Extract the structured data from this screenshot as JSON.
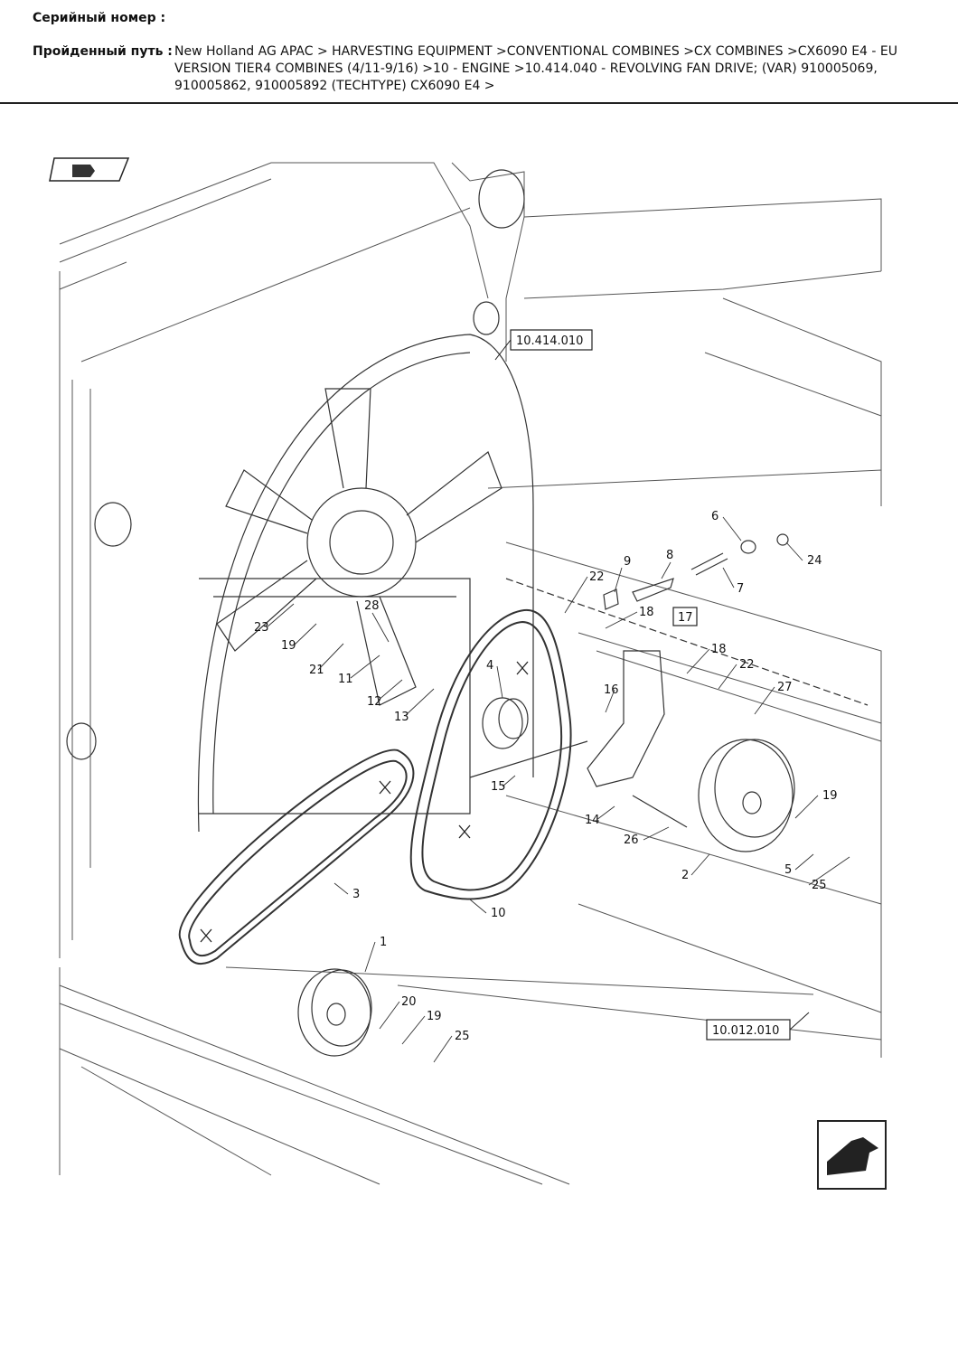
{
  "header": {
    "serial_label": "Серийный номер :",
    "path_label": "Пройденный путь :",
    "path_value": "New Holland AG APAC > HARVESTING EQUIPMENT >CONVENTIONAL COMBINES >CX COMBINES >CX6090 E4 - EU VERSION TIER4 COMBINES (4/11-9/16) >10 - ENGINE >10.414.040 - REVOLVING FAN DRIVE; (VAR) 910005069, 910005862, 910005892 (TECHTYPE) CX6090 E4 >"
  },
  "diagram": {
    "ref_fan": "10.414.010",
    "ref_frame": "10.012.010",
    "callouts": {
      "c1": "1",
      "c2": "2",
      "c3": "3",
      "c4": "4",
      "c5": "5",
      "c6": "6",
      "c7": "7",
      "c8": "8",
      "c9": "9",
      "c10": "10",
      "c11": "11",
      "c12": "12",
      "c13": "13",
      "c14": "14",
      "c15": "15",
      "c16": "16",
      "c17": "17",
      "c18a": "18",
      "c18b": "18",
      "c19a": "19",
      "c19b": "19",
      "c19c": "19",
      "c20": "20",
      "c21": "21",
      "c22a": "22",
      "c22b": "22",
      "c23": "23",
      "c24": "24",
      "c25a": "25",
      "c25b": "25",
      "c26": "26",
      "c27": "27",
      "c28": "28"
    }
  }
}
